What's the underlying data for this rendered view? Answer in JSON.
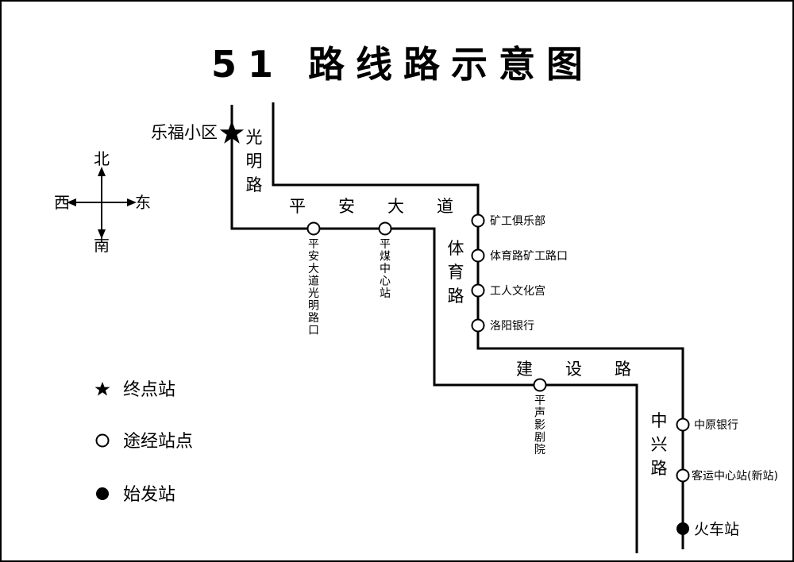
{
  "title": "51 路线路示意图",
  "compass": {
    "north": "北",
    "south": "南",
    "west": "西",
    "east": "东"
  },
  "roads": {
    "guangming": "光明路",
    "pingan": "平安大道",
    "tiyu": "体育路",
    "jianshe": "建设路",
    "zhongxing": "中兴路"
  },
  "stops": {
    "terminal": "乐福小区",
    "pingan_guangming": "平安大道光明路口",
    "pingmei": "平煤中心站",
    "kuanggong": "矿工俱乐部",
    "tiyu_kuanggong": "体育路矿工路口",
    "gongren": "工人文化宫",
    "luoyang": "洛阳银行",
    "pingsheng": "平声影剧院",
    "zhongyuan": "中原银行",
    "keyun": "客运中心站(新站)",
    "huoche": "火车站"
  },
  "legend": {
    "terminal": "终点站",
    "intermediate": "途经站点",
    "origin": "始发站"
  }
}
